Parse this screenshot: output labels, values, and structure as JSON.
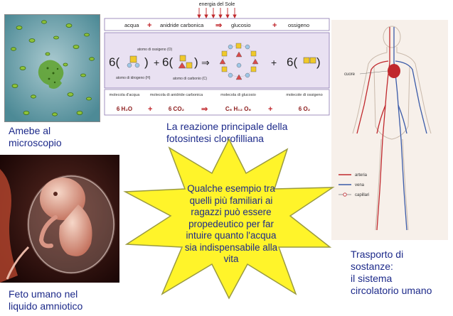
{
  "captions": {
    "amoebae": "Amebe al\nmicroscopio",
    "photosynthesis": "La reazione principale della\nfotosintesi clorofilliana",
    "fetus": "Feto umano nel\nliquido amniotico",
    "circulatory": "Trasporto di\nsostanze:\nil sistema\ncircolatorio umano"
  },
  "photosynthesis_panel": {
    "sun_label": "energia del Sole",
    "equation_words": [
      "acqua",
      "anidride carbonica",
      "glucosio",
      "ossigeno"
    ],
    "atom_labels": {
      "oxygen": "atomo di ossigeno (O)",
      "hydrogen": "atomo di idrogeno (H)",
      "carbon": "atomo di carbonio (C)"
    },
    "coefficients": [
      "6(",
      "6(",
      "6("
    ],
    "molecule_names": [
      "molecola d'acqua",
      "molecola di anidride carbonica",
      "molecola di glucosio",
      "molecole di ossigeno"
    ],
    "formulas": [
      "6 H₂O",
      "6 CO₂",
      "C₆ H₁₂ O₆",
      "6 O₂"
    ],
    "colors": {
      "panel_bg": "#e9e1f2",
      "operator_red": "#c0282d",
      "border": "#8a76b0"
    }
  },
  "circulatory_diagram": {
    "heart_label": "cuore",
    "legend": [
      "arteria",
      "vena",
      "capillari"
    ],
    "colors": {
      "artery": "#c0282d",
      "vein": "#3a5aa8"
    }
  },
  "star": {
    "text": "Qualche esempio tra\nquelli più familiari ai\nragazzi può essere\npropedeutico per far\nintuire quanto l'acqua\nsia indispensabile alla\nvita",
    "fill": "#fff42a",
    "stroke": "#9a9a40"
  },
  "icons": {
    "amoebae": "amoebae-microscope-photo",
    "fetus": "human-fetus-photo",
    "circulatory": "circulatory-system-diagram",
    "star": "starburst-shape"
  }
}
